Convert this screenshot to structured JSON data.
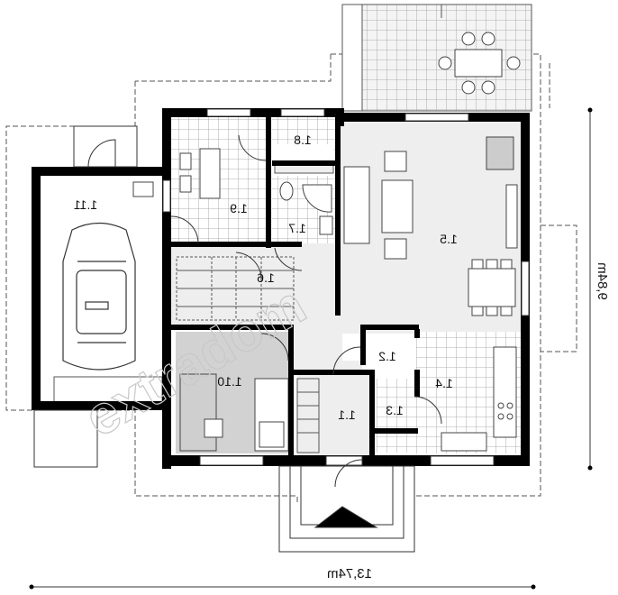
{
  "rooms": {
    "r1_1": "1.1",
    "r1_2": "1.2",
    "r1_3": "1.3",
    "r1_4": "1.4",
    "r1_5": "1.5",
    "r1_6": "1.6",
    "r1_7": "1.7",
    "r1_8": "1.8",
    "r1_9": "1.9",
    "r1_10": "1.10",
    "r1_11": "1.11"
  },
  "dimensions": {
    "width": "13,74m",
    "depth": "9,84m"
  },
  "watermark": "extradom",
  "colors": {
    "wall": "#000000",
    "floor_light": "#eeeeee",
    "floor_grey": "#d2d2d2",
    "tile_line": "#9a9a9a",
    "outline": "#555555"
  }
}
